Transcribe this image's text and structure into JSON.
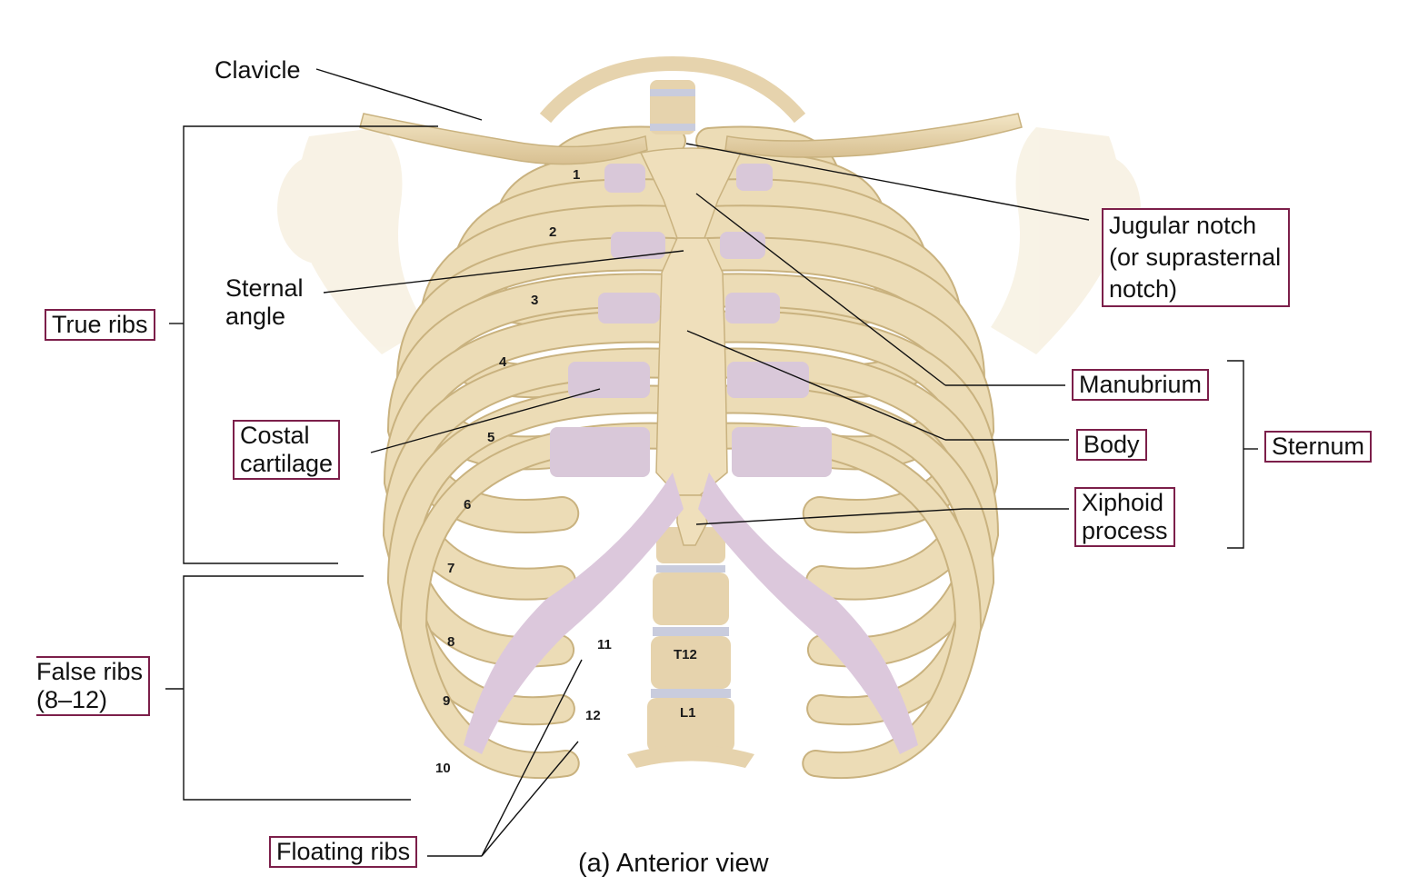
{
  "labels": {
    "clavicle": "Clavicle",
    "true_ribs": "True ribs",
    "sternal_angle": [
      "Sternal",
      "angle"
    ],
    "costal_cartilage": [
      "Costal",
      "cartilage"
    ],
    "false_ribs": [
      "False ribs",
      "(8–12)"
    ],
    "floating_ribs": "Floating ribs",
    "jugular_notch": [
      "Jugular notch",
      "(or suprasternal",
      "notch)"
    ],
    "manubrium": "Manubrium",
    "body": "Body",
    "xiphoid_process": [
      "Xiphoid",
      "process"
    ],
    "sternum": "Sternum"
  },
  "rib_numbers": [
    "1",
    "2",
    "3",
    "4",
    "5",
    "6",
    "7",
    "8",
    "9",
    "10",
    "11",
    "12"
  ],
  "vertebrae": [
    "T12",
    "L1"
  ],
  "caption": "(a)  Anterior view",
  "colors": {
    "bone": "#ecdcb6",
    "bone_shadow": "#c9b27f",
    "cartilage": "#d9c8d9",
    "label_border": "#7c1f4a",
    "line": "#111111"
  }
}
